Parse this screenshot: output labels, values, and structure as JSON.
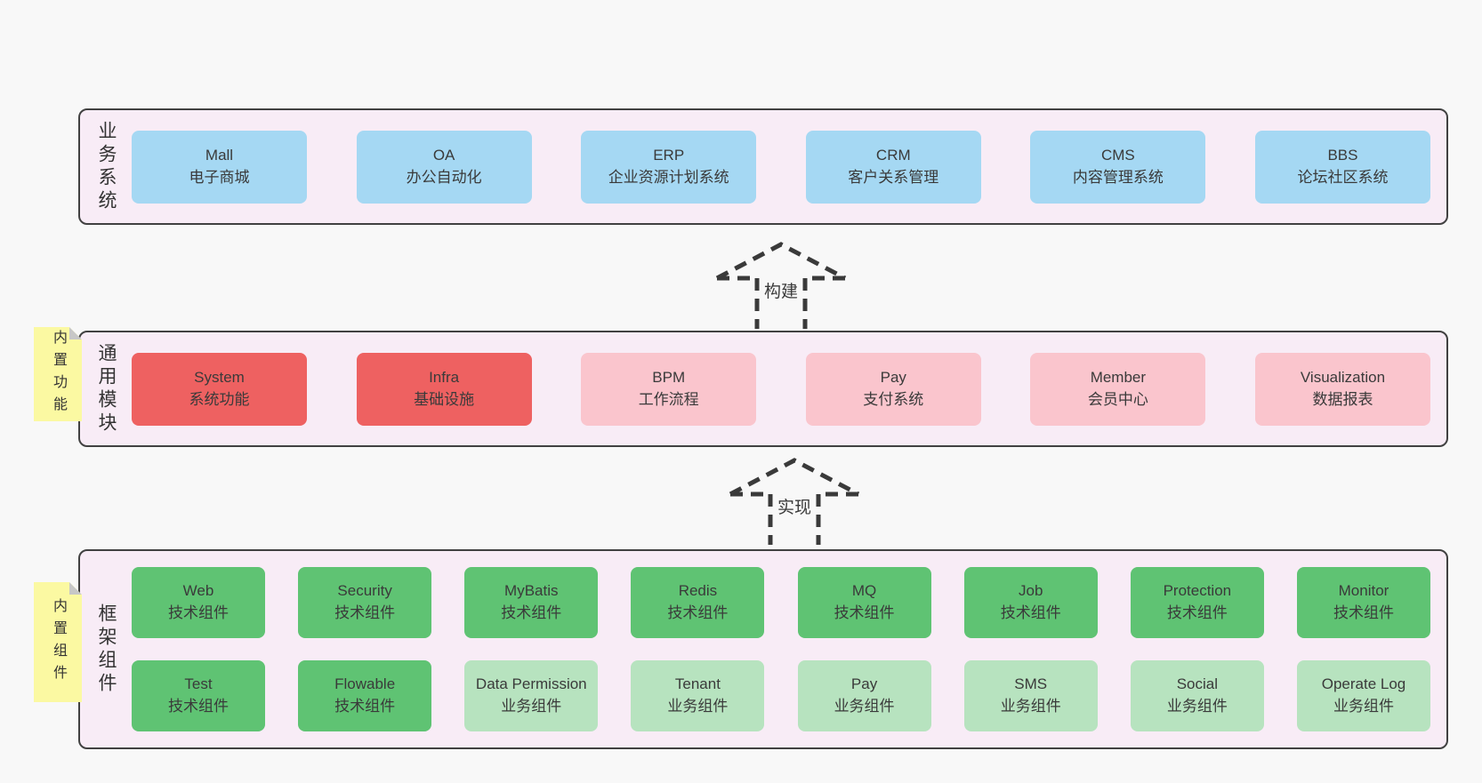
{
  "colors": {
    "page_bg": "#f8f8f8",
    "band_bg": "#f8ecf6",
    "band_border": "#414141",
    "blue_box": "#a5d8f3",
    "red_box": "#ee6161",
    "pink_box": "#fac5cd",
    "green_box": "#5fc373",
    "light_green_box": "#b7e3bf",
    "sticky_yellow": "#fbf9a2",
    "fold_gray": "#c7c7c7",
    "text": "#3a3a3a"
  },
  "arrows": [
    {
      "label": "构建"
    },
    {
      "label": "实现"
    }
  ],
  "bands": [
    {
      "label": "业务系统",
      "boxes": [
        {
          "en": "Mall",
          "zh": "电子商城",
          "variant": "blue"
        },
        {
          "en": "OA",
          "zh": "办公自动化",
          "variant": "blue"
        },
        {
          "en": "ERP",
          "zh": "企业资源计划系统",
          "variant": "blue"
        },
        {
          "en": "CRM",
          "zh": "客户关系管理",
          "variant": "blue"
        },
        {
          "en": "CMS",
          "zh": "内容管理系统",
          "variant": "blue"
        },
        {
          "en": "BBS",
          "zh": "论坛社区系统",
          "variant": "blue"
        }
      ]
    },
    {
      "label": "通用模块",
      "sticky": "内置功能",
      "boxes": [
        {
          "en": "System",
          "zh": "系统功能",
          "variant": "red"
        },
        {
          "en": "Infra",
          "zh": "基础设施",
          "variant": "red"
        },
        {
          "en": "BPM",
          "zh": "工作流程",
          "variant": "pink"
        },
        {
          "en": "Pay",
          "zh": "支付系统",
          "variant": "pink"
        },
        {
          "en": "Member",
          "zh": "会员中心",
          "variant": "pink"
        },
        {
          "en": "Visualization",
          "zh": "数据报表",
          "variant": "pink"
        }
      ]
    },
    {
      "label": "框架组件",
      "sticky": "内置组件",
      "rows": [
        [
          {
            "en": "Web",
            "zh": "技术组件",
            "variant": "green"
          },
          {
            "en": "Security",
            "zh": "技术组件",
            "variant": "green"
          },
          {
            "en": "MyBatis",
            "zh": "技术组件",
            "variant": "green"
          },
          {
            "en": "Redis",
            "zh": "技术组件",
            "variant": "green"
          },
          {
            "en": "MQ",
            "zh": "技术组件",
            "variant": "green"
          },
          {
            "en": "Job",
            "zh": "技术组件",
            "variant": "green"
          },
          {
            "en": "Protection",
            "zh": "技术组件",
            "variant": "green"
          },
          {
            "en": "Monitor",
            "zh": "技术组件",
            "variant": "green"
          }
        ],
        [
          {
            "en": "Test",
            "zh": "技术组件",
            "variant": "green"
          },
          {
            "en": "Flowable",
            "zh": "技术组件",
            "variant": "green"
          },
          {
            "en": "Data Permission",
            "zh": "业务组件",
            "variant": "light-green"
          },
          {
            "en": "Tenant",
            "zh": "业务组件",
            "variant": "light-green"
          },
          {
            "en": "Pay",
            "zh": "业务组件",
            "variant": "light-green"
          },
          {
            "en": "SMS",
            "zh": "业务组件",
            "variant": "light-green"
          },
          {
            "en": "Social",
            "zh": "业务组件",
            "variant": "light-green"
          },
          {
            "en": "Operate Log",
            "zh": "业务组件",
            "variant": "light-green"
          }
        ]
      ]
    }
  ]
}
